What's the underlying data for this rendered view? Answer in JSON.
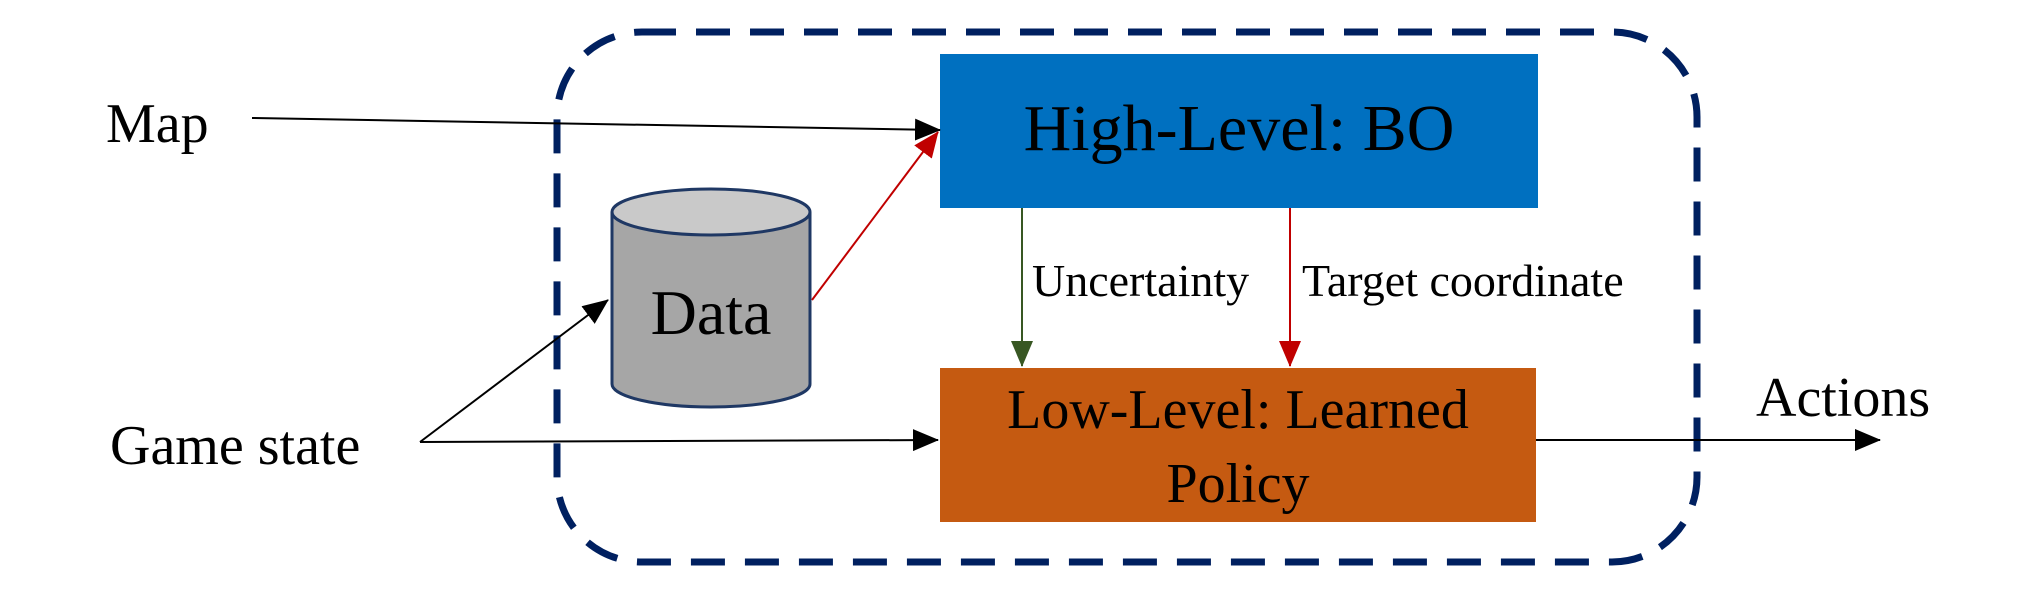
{
  "inputs": {
    "map_label": "Map",
    "game_state_label": "Game state"
  },
  "high_level": {
    "label": "High-Level: BO",
    "color": "#0070C0"
  },
  "low_level": {
    "label_line1": "Low-Level: Learned",
    "label_line2": "Policy",
    "color": "#C55A11"
  },
  "data_store": {
    "label": "Data",
    "body_color": "#A6A6A6",
    "top_color": "#C9C9C9",
    "outline_color": "#1F3864"
  },
  "signals": {
    "uncertainty_label": "Uncertainty",
    "uncertainty_color": "#385723",
    "target_label": "Target coordinate",
    "target_color": "#C00000"
  },
  "output": {
    "actions_label": "Actions"
  },
  "container": {
    "border_color": "#002060",
    "style": "dashed"
  }
}
